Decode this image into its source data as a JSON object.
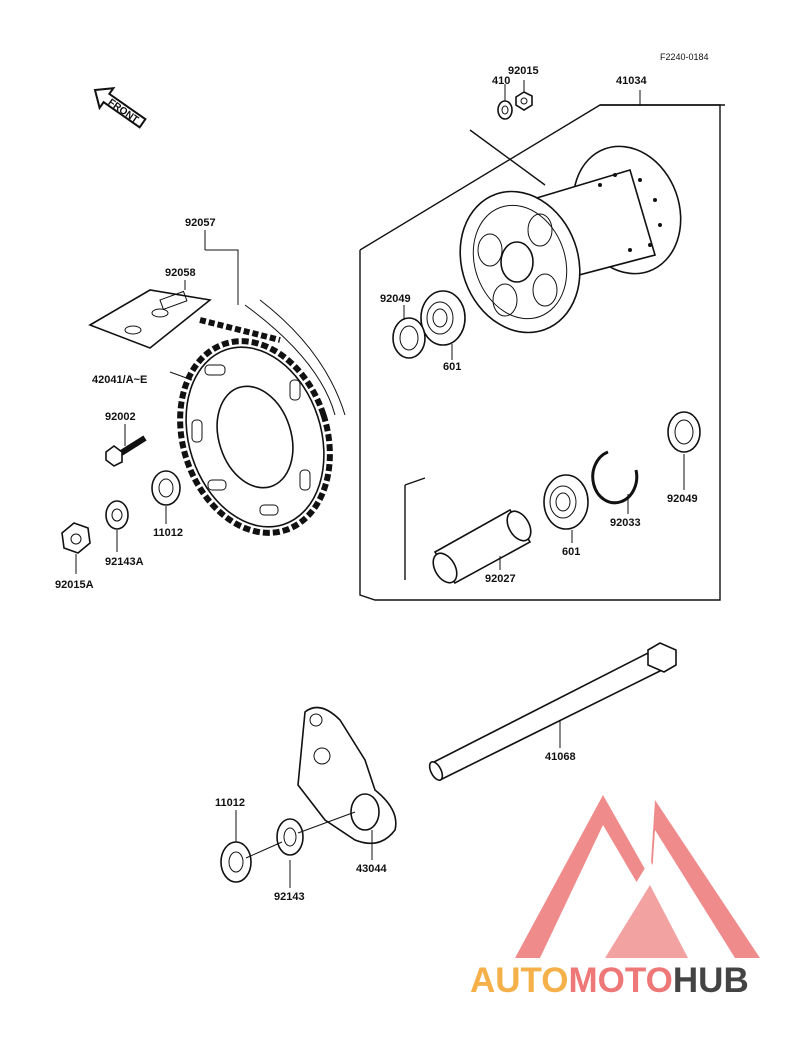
{
  "figure_code": "F2240-0184",
  "front_label": "FRONT",
  "labels": {
    "p92015": "92015",
    "p410": "410",
    "p41034": "41034",
    "p92057": "92057",
    "p92058": "92058",
    "p92049a": "92049",
    "p601a": "601",
    "p42041": "42041/A~E",
    "p92002": "92002",
    "p11012a": "11012",
    "p92143a": "92143A",
    "p92015a": "92015A",
    "p92033": "92033",
    "p92049b": "92049",
    "p601b": "601",
    "p92027": "92027",
    "p41068": "41068",
    "p11012b": "11012",
    "p43044": "43044",
    "p92143": "92143"
  },
  "watermark": {
    "part1": "AUTO",
    "part2": "MOTO",
    "part3": "HUB",
    "colors": {
      "orange": "#f5b04a",
      "red": "#ee7777",
      "gray": "#444444"
    }
  }
}
